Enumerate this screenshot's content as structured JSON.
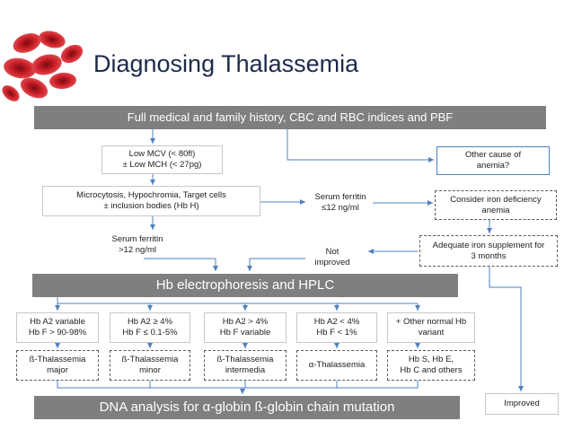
{
  "title": "Diagnosing Thalassemia",
  "top_bar": "Full medical and family history, CBC and RBC indices and PBF",
  "low_mcv": [
    "Low MCV (< 80fl)",
    "± Low MCH (< 27pg)"
  ],
  "microcytosis": [
    "Microcytosis, Hypochromia, Target cells",
    "± inclusion bodies (Hb H)"
  ],
  "ferritin_high": [
    "Serum ferritin",
    ">12 ng/ml"
  ],
  "ferritin_low": [
    "Serum ferritin",
    "≤12 ng/ml"
  ],
  "not_improved": [
    "Not",
    "improved"
  ],
  "other_cause": [
    "Other cause of",
    "anemia?"
  ],
  "iron_def": [
    "Consider iron deficiency",
    "anemia"
  ],
  "iron_supp": [
    "Adequate iron supplement for",
    "3 months"
  ],
  "improved": "Improved",
  "mid_bar": "Hb electrophoresis and HPLC",
  "criteria": [
    [
      "Hb A2 variable",
      "Hb F > 90-98%"
    ],
    [
      "Hb A2 ≥ 4%",
      "Hb F ≤ 0.1-5%"
    ],
    [
      "Hb A2 > 4%",
      "Hb F variable"
    ],
    [
      "Hb A2 < 4%",
      "Hb F < 1%"
    ],
    [
      "+ Other normal Hb",
      "variant"
    ]
  ],
  "diagnoses": [
    [
      "ß-Thalassemia",
      "major"
    ],
    [
      "ß-Thalassemia",
      "minor"
    ],
    [
      "ß-Thalassemia",
      "intermedia"
    ],
    [
      "α-Thalassemia"
    ],
    [
      "Hb S, Hb E,",
      "Hb C and others"
    ]
  ],
  "bottom_bar": "DNA analysis for α-globin ß-globin chain mutation",
  "colors": {
    "bar": "#7f7f7f",
    "arrow": "#4f81bd",
    "title": "#1c2a4a",
    "cell": "#b0141c"
  }
}
